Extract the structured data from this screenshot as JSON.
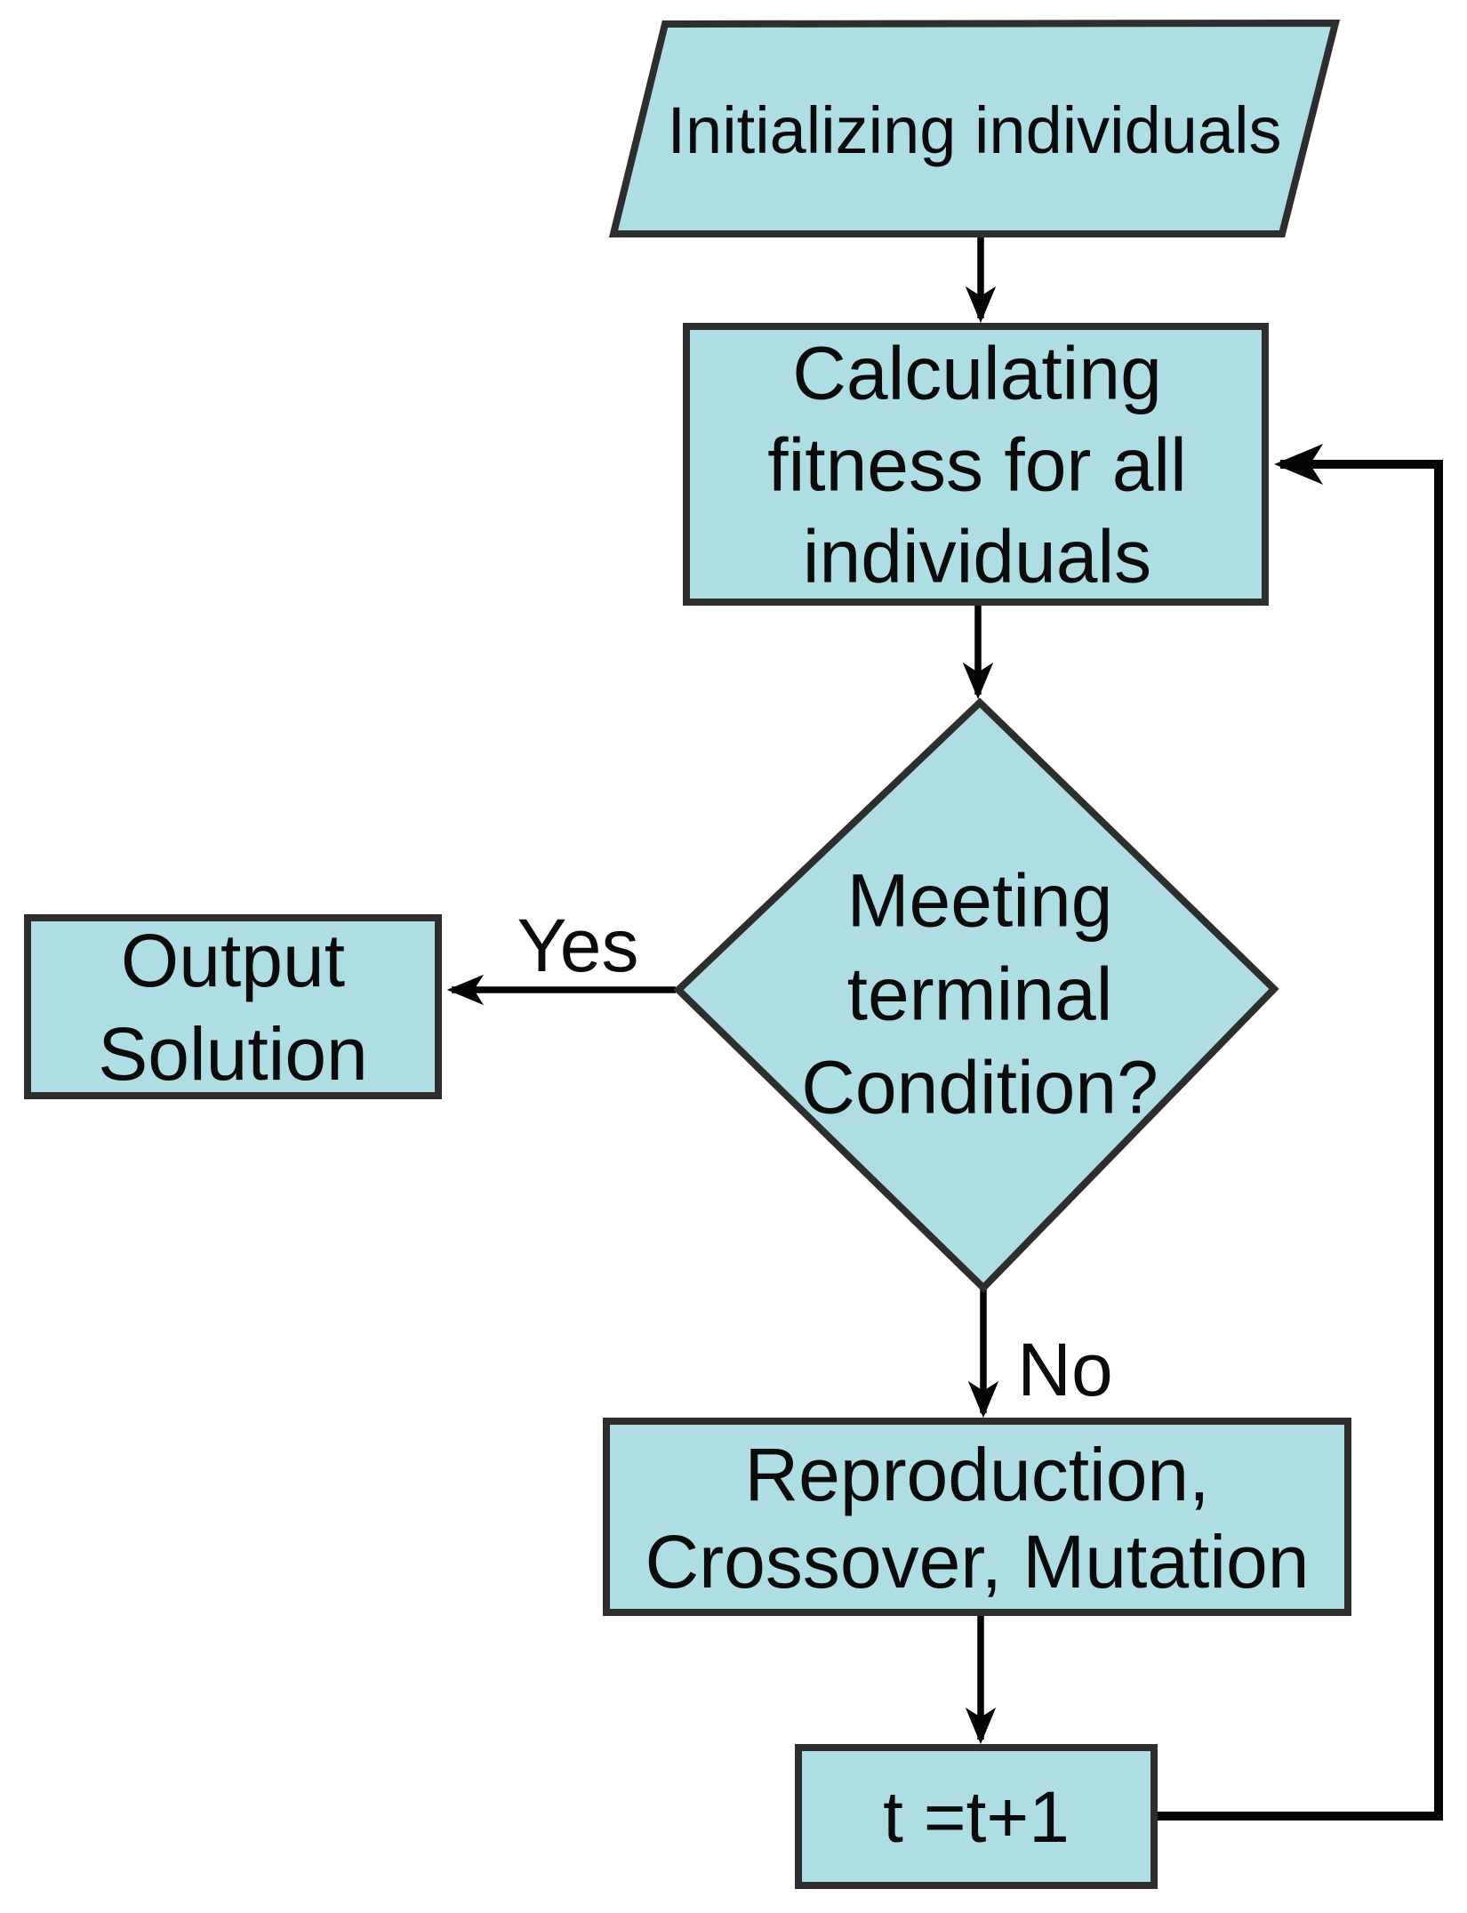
{
  "colors": {
    "background": "#ffffff",
    "node_fill": "#aedde3",
    "node_border": "#2e2e2e",
    "arrow": "#050505",
    "text": "#0b0b0b"
  },
  "nodes": {
    "initialize": {
      "shape": "parallelogram-io",
      "lines": [
        "Initializing individuals"
      ]
    },
    "calculate_fitness": {
      "shape": "process-rectangle",
      "lines": [
        "Calculating",
        "fitness for all",
        "individuals"
      ]
    },
    "terminal_condition": {
      "shape": "decision-diamond",
      "lines": [
        "Meeting",
        "terminal",
        "Condition?"
      ]
    },
    "output_solution": {
      "shape": "process-rectangle",
      "lines": [
        "Output",
        "Solution"
      ]
    },
    "reproduction": {
      "shape": "process-rectangle",
      "lines": [
        "Reproduction,",
        "Crossover, Mutation"
      ]
    },
    "increment": {
      "shape": "process-rectangle",
      "lines": [
        "t =t+1"
      ]
    }
  },
  "edges": {
    "yes_label": "Yes",
    "no_label": "No"
  }
}
